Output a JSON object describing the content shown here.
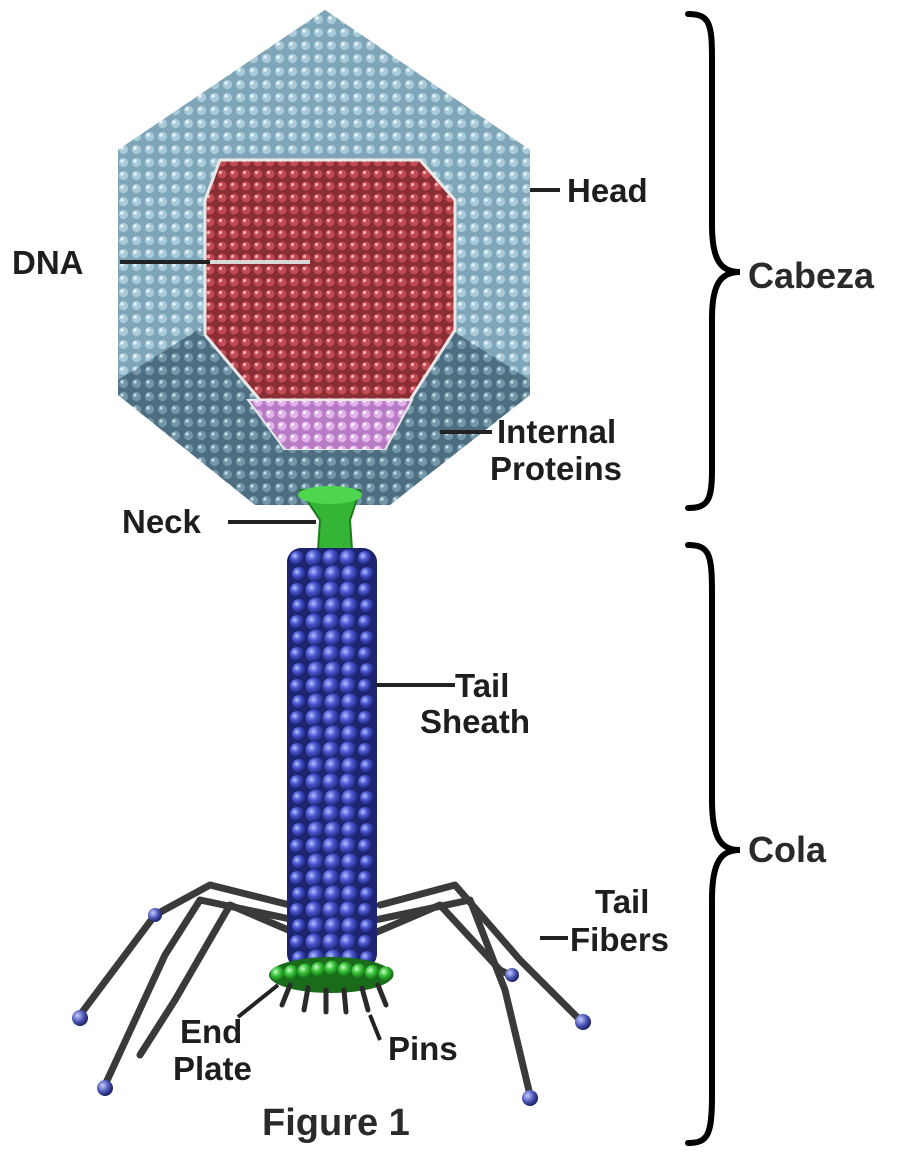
{
  "labels": {
    "head": "Head",
    "dna": "DNA",
    "internal_proteins_1": "Internal",
    "internal_proteins_2": "Proteins",
    "neck": "Neck",
    "tail_sheath_1": "Tail",
    "tail_sheath_2": "Sheath",
    "tail_fibers_1": "Tail",
    "tail_fibers_2": "Fibers",
    "end_plate_1": "End",
    "end_plate_2": "Plate",
    "pins": "Pins"
  },
  "caption": "Figure 1",
  "regions": {
    "head_region": "Cabeza",
    "tail_region": "Cola"
  },
  "colors": {
    "capsid": "#8fb3c4",
    "capsid_dark": "#55778a",
    "dna": "#b5404a",
    "proteins": "#d9a0e0",
    "neck": "#3fbf3f",
    "sheath": "#3d4bbf",
    "fiber": "#333333",
    "fiber_tip": "#4a55b5"
  }
}
